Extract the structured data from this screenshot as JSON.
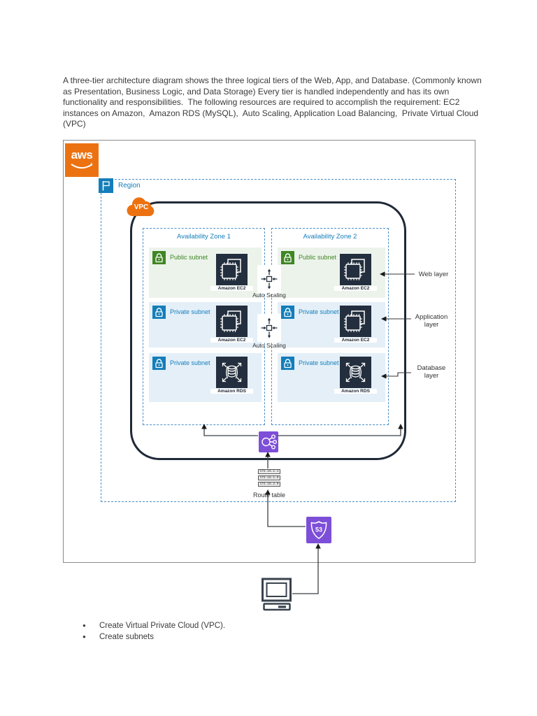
{
  "intro": {
    "text": "A three-tier architecture diagram shows the three logical tiers of the Web, App, and Database. (Commonly known as Presentation, Business Logic, and Data Storage) Every tier is handled independently and has its own functionality and responsibilities.  The following resources are required to accomplish the requirement: EC2 instances on Amazon,  Amazon RDS (MySQL),  Auto Scaling, Application Load Balancing,  Private Virtual Cloud (VPC)"
  },
  "bullets": {
    "items": [
      "Create Virtual Private Cloud (VPC).",
      "Create subnets"
    ]
  },
  "diagram": {
    "aws_logo": "aws",
    "region_label": "Region",
    "vpc_label": "VPC",
    "availability_zones": [
      "Availability Zone 1",
      "Availability Zone 2"
    ],
    "subnet_labels": {
      "public": "Public subnet",
      "private": "Private subnet"
    },
    "services": {
      "ec2": "Amazon EC2",
      "rds": "Amazon RDS",
      "auto_scaling": "Auto Scaling",
      "route53_badge": "53"
    },
    "route_table": {
      "label": "Route table",
      "rows": [
        "172.16.1.1",
        "172.16.1.0",
        "172.16.2.0"
      ]
    },
    "layer_labels": {
      "web": "Web layer",
      "application": "Application layer",
      "database": "Database layer"
    },
    "colors": {
      "aws_orange": "#EC7211",
      "region_blue": "#147EBA",
      "public_green": "#3F8624",
      "public_subnet_bg": "#ECF3EB",
      "private_subnet_bg": "#E4EFF8",
      "service_dark": "#232F3E",
      "purple": "#7D4FD8",
      "dashed_blue": "#4A90C8",
      "vpc_border": "#1F2937"
    }
  }
}
